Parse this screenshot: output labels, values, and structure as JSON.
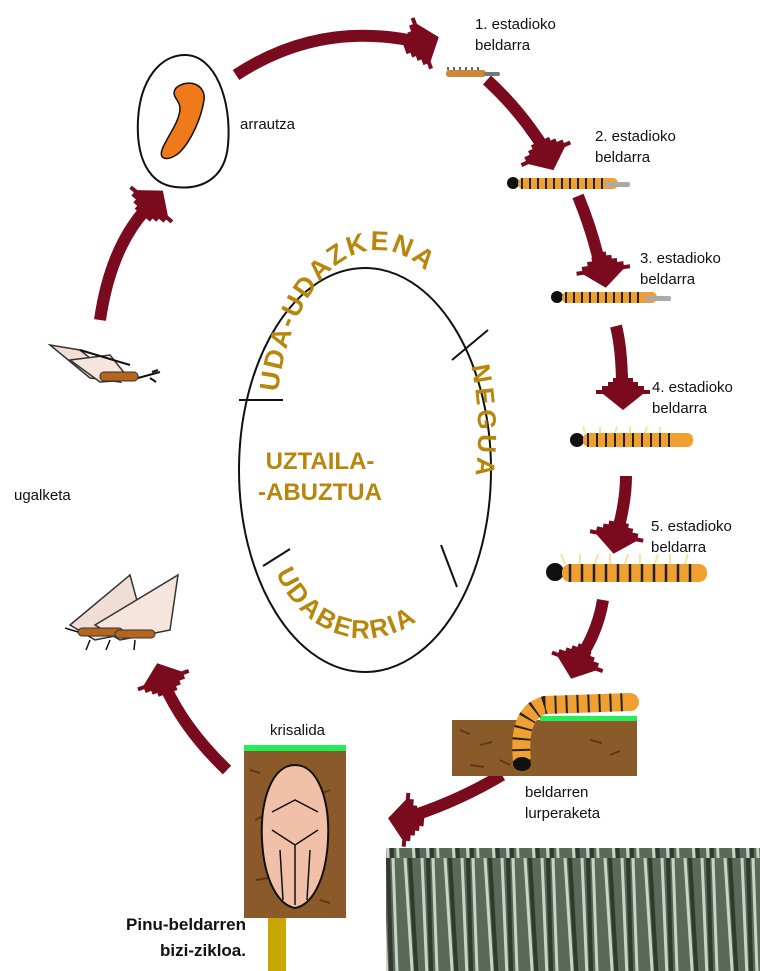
{
  "stages": [
    {
      "line1": "1. estadioko",
      "line2": "beldarra"
    },
    {
      "line1": "2. estadioko",
      "line2": "beldarra"
    },
    {
      "line1": "3. estadioko",
      "line2": "beldarra"
    },
    {
      "line1": "4. estadioko",
      "line2": "beldarra"
    },
    {
      "line1": "5. estadioko",
      "line2": "beldarra"
    }
  ],
  "labels": {
    "egg": "arrautza",
    "reproduction": "ugalketa",
    "pupa": "krisalida",
    "burial_line1": "beldarren",
    "burial_line2": "lurperaketa"
  },
  "seasons": {
    "summer_autumn": "UDA-UDAZKENA",
    "winter": "NEGUA",
    "spring": "UDABERRIA",
    "months_line1": "UZTAILA-",
    "months_line2": "-ABUZTUA"
  },
  "caption": {
    "line1": "Pinu-beldarren",
    "line2": "bizi-zikloa."
  },
  "colors": {
    "arrow": "#7a0a1e",
    "season_text": "#b8860b",
    "egg": "#f07a1a",
    "soil": "#8b5a2b",
    "grass": "#22ee55"
  }
}
